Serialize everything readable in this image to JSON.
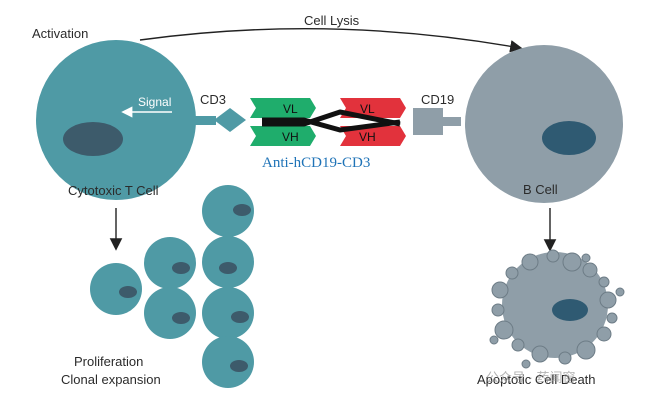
{
  "labels": {
    "activation": "Activation",
    "cell_lysis": "Cell Lysis",
    "signal": "Signal",
    "cd3": "CD3",
    "cd19": "CD19",
    "vl_left": "VL",
    "vh_left": "VH",
    "vl_right": "VL",
    "vh_right": "VH",
    "antibody_name": "Anti-hCD19-CD3",
    "t_cell": "Cytotoxic T Cell",
    "b_cell": "B Cell",
    "proliferation": "Proliferation",
    "clonal_expansion": "Clonal expansion",
    "apoptotic": "Apoptotic Cell Death",
    "watermark": "公众号 · 药闻窗"
  },
  "colors": {
    "t_cell": "#4f9aa5",
    "t_nucleus": "#3d5b6b",
    "b_cell": "#8f9ea8",
    "b_nucleus": "#2f5a72",
    "green": "#1fad6c",
    "red": "#e2323c",
    "antibody_text": "#1f73b7",
    "arrow": "#222222"
  }
}
